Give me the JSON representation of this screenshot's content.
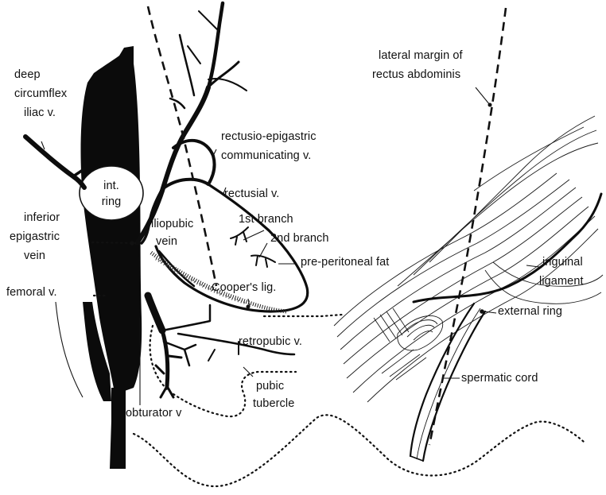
{
  "labels": {
    "deep_circumflex": [
      "deep",
      "circumflex",
      "iliac v."
    ],
    "int_ring": [
      "int.",
      "ring"
    ],
    "inferior_epigastric": [
      "inferior",
      "epigastric",
      "vein"
    ],
    "femoral": "femoral v.",
    "iliopubic": [
      "iliopubic",
      "vein"
    ],
    "rectusio_epigastric": [
      "rectusio-epigastric",
      "communicating v."
    ],
    "rectusial": "rectusial v.",
    "first_branch": "1st branch",
    "second_branch": "2nd branch",
    "pre_peritoneal": "pre-peritoneal fat",
    "coopers": "Cooper's lig.",
    "retropubic": "retropubic v.",
    "pubic_tubercle": [
      "pubic",
      "tubercle"
    ],
    "obturator": "obturator v",
    "lateral_margin": [
      "lateral margin of",
      "rectus abdominis"
    ],
    "inguinal": [
      "inguinal",
      "ligament"
    ],
    "external_ring": "external ring",
    "spermatic": "spermatic cord"
  },
  "colors": {
    "ink": "#111111",
    "background": "#ffffff"
  }
}
